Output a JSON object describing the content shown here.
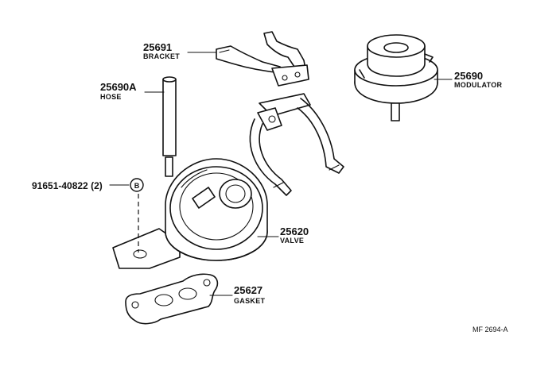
{
  "parts": [
    {
      "id": "bracket",
      "number": "25691",
      "name": "BRACKET"
    },
    {
      "id": "hose",
      "number": "25690A",
      "name": "HOSE"
    },
    {
      "id": "modulator",
      "number": "25690",
      "name": "MODULATOR"
    },
    {
      "id": "bolt",
      "number": "91651-40822 (2)",
      "callout": "B"
    },
    {
      "id": "valve",
      "number": "25620",
      "name": "VALVE"
    },
    {
      "id": "gasket",
      "number": "25627",
      "name": "GASKET"
    }
  ],
  "figure_code": "MF 2694-A"
}
